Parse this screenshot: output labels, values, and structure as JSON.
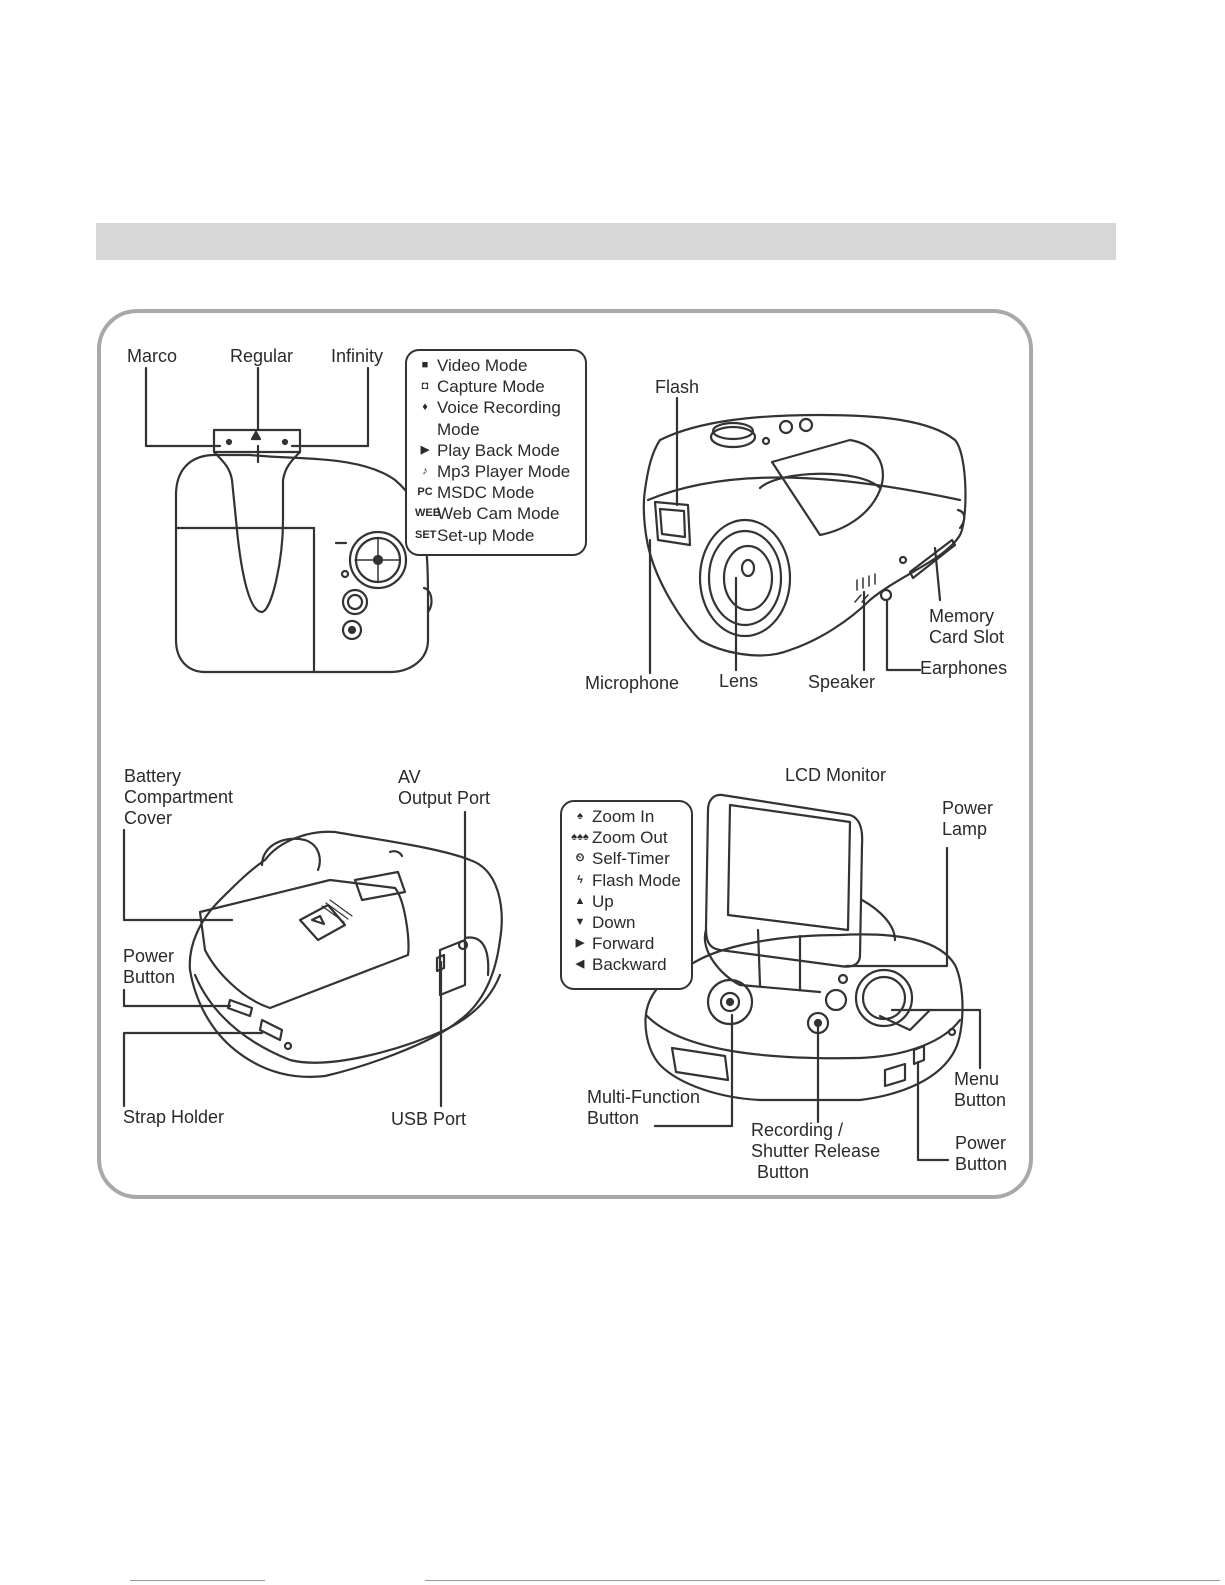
{
  "top_left": {
    "labels": {
      "marco": "Marco",
      "regular": "Regular",
      "infinity": "Infinity"
    },
    "mode_list": [
      {
        "icon": "video-camera-icon",
        "glyph": "■",
        "text": "Video Mode"
      },
      {
        "icon": "camera-icon",
        "glyph": "◘",
        "text": "Capture Mode"
      },
      {
        "icon": "microphone-icon",
        "glyph": "♦",
        "text": "Voice Recording",
        "cont": "Mode"
      },
      {
        "icon": "play-icon",
        "glyph": "▶",
        "text": "Play Back Mode"
      },
      {
        "icon": "music-note-icon",
        "glyph": "♪",
        "text": "Mp3 Player Mode"
      },
      {
        "icon": "pc-icon",
        "glyph": "PC",
        "text": "MSDC Mode"
      },
      {
        "icon": "web-icon",
        "glyph": "WEB",
        "text": "Web Cam Mode"
      },
      {
        "icon": "set-icon",
        "glyph": "SET",
        "text": "Set-up Mode"
      }
    ]
  },
  "top_right": {
    "flash": "Flash",
    "memory_card_slot": [
      "Memory",
      "Card Slot"
    ],
    "earphones": "Earphones",
    "microphone": "Microphone",
    "lens": "Lens",
    "speaker": "Speaker"
  },
  "bottom_left": {
    "battery_cover": [
      "Battery",
      "Compartment",
      "Cover"
    ],
    "av_output_port": [
      "AV",
      "Output Port"
    ],
    "power_button": [
      "Power",
      "Button"
    ],
    "strap_holder": "Strap Holder",
    "usb_port": "USB Port"
  },
  "bottom_right": {
    "lcd_monitor": "LCD Monitor",
    "power_lamp": [
      "Power",
      "Lamp"
    ],
    "menu_button": [
      "Menu",
      "Button"
    ],
    "power_button": [
      "Power",
      "Button"
    ],
    "multi_function_button": [
      "Multi-Function",
      "Button"
    ],
    "recording_button": [
      "Recording /",
      "Shutter Release",
      "Button"
    ],
    "function_list": [
      {
        "icon": "zoom-in-icon",
        "glyph": "♠",
        "text": "Zoom In"
      },
      {
        "icon": "zoom-out-icon",
        "glyph": "♠♠♠",
        "text": "Zoom Out"
      },
      {
        "icon": "self-timer-icon",
        "glyph": "⏲",
        "text": "Self-Timer"
      },
      {
        "icon": "flash-icon",
        "glyph": "ϟ",
        "text": "Flash Mode"
      },
      {
        "icon": "up-arrow-icon",
        "glyph": "▲",
        "text": "Up"
      },
      {
        "icon": "down-arrow-icon",
        "glyph": "▼",
        "text": "Down"
      },
      {
        "icon": "forward-arrow-icon",
        "glyph": "▶",
        "text": "Forward"
      },
      {
        "icon": "backward-arrow-icon",
        "glyph": "◀",
        "text": "Backward"
      }
    ]
  },
  "colors": {
    "section_bar": "#d7d7d7",
    "frame_border": "#a8a8a8",
    "line": "#333333"
  }
}
